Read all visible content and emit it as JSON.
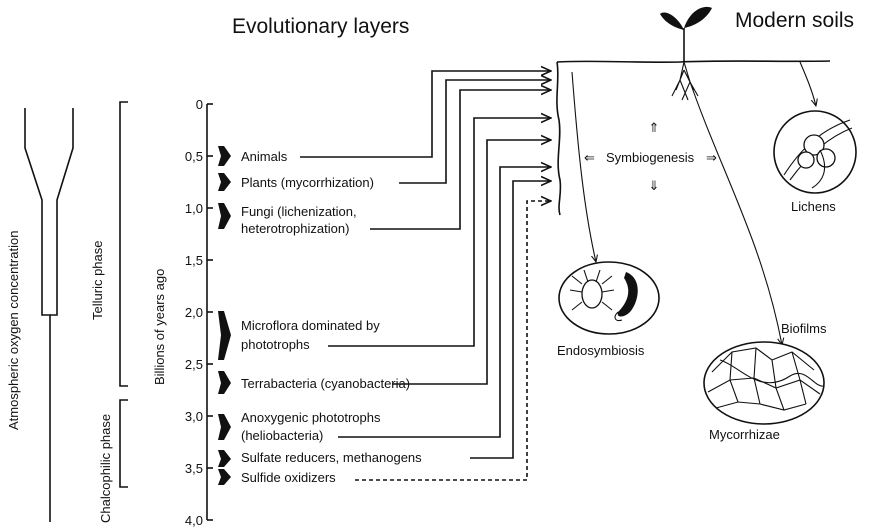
{
  "titles": {
    "evolutionary": "Evolutionary layers",
    "modern": "Modern soils"
  },
  "axis": {
    "label": "Billions of years ago",
    "ticks": [
      "0",
      "0,5",
      "1,0",
      "1,5",
      "2,0",
      "2,5",
      "3,0",
      "3,5",
      "4,0"
    ]
  },
  "left": {
    "oxygen": "Atmospheric oxygen concentration",
    "telluric": "Telluric phase",
    "chalcophilic": "Chalcophilic phase"
  },
  "layers": [
    {
      "line1": "Animals",
      "line2": ""
    },
    {
      "line1": "Plants (mycorrhization)",
      "line2": ""
    },
    {
      "line1": "Fungi (lichenization,",
      "line2": "heterotrophization)"
    },
    {
      "line1": "Microflora dominated by",
      "line2": "phototrophs"
    },
    {
      "line1": "Terrabacteria (cyanobacteria)",
      "line2": ""
    },
    {
      "line1": "Anoxygenic phototrophs",
      "line2": "(heliobacteria)"
    },
    {
      "line1": "Sulfate reducers, methanogens",
      "line2": ""
    },
    {
      "line1": "Sulfide oxidizers",
      "line2": ""
    }
  ],
  "symbio": {
    "label": "Symbiogenesis",
    "up": "⇑",
    "down": "⇓",
    "left": "⇐",
    "right": "⇒"
  },
  "modern_items": {
    "lichens": "Lichens",
    "endosymbiosis": "Endosymbiosis",
    "biofilms": "Biofilms",
    "mycorrhizae": "Mycorrhizae"
  }
}
